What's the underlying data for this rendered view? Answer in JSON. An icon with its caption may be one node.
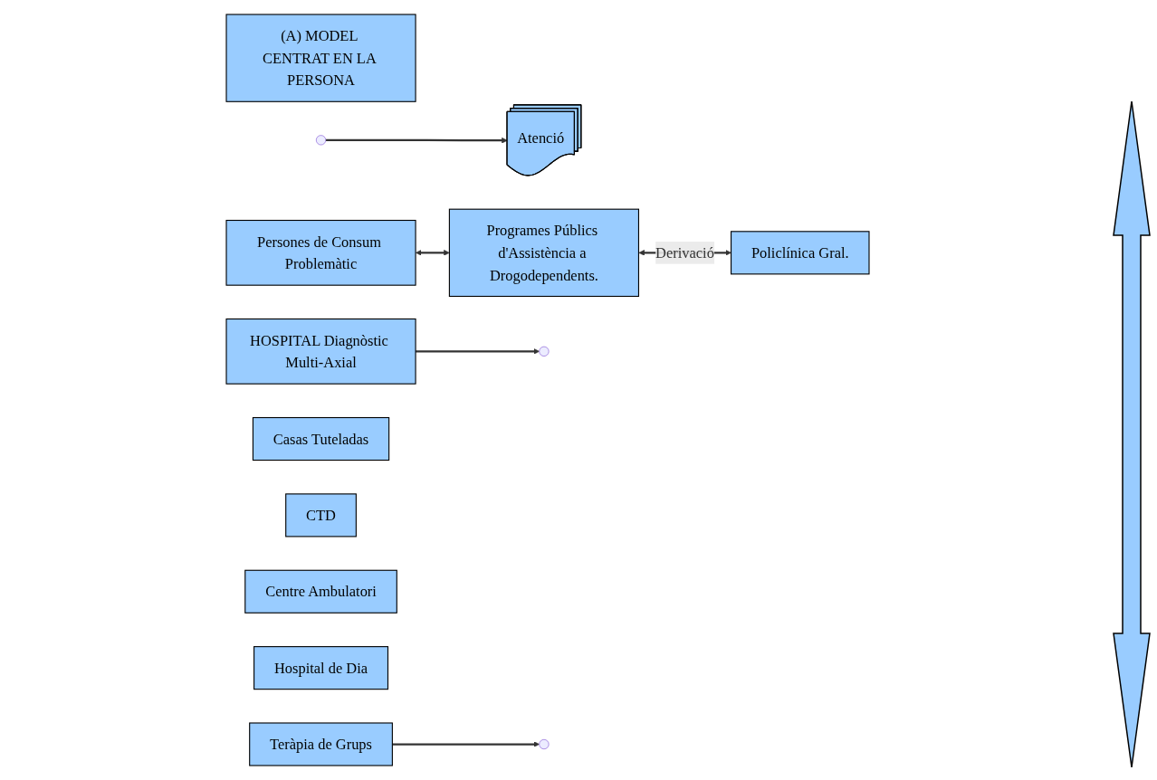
{
  "diagram": {
    "nodes": [
      {
        "text": [
          "(A) MODEL CENTRAT EN LA PERSONA"
        ]
      },
      {
        "text": [
          "Persones de Consum Problemàtic"
        ]
      },
      {
        "text": [
          "Atenció"
        ]
      },
      {
        "text": [
          "HOSPITAL Diagnòstic Multi-Axial"
        ]
      },
      {
        "text": [
          "Programes Públics d'Assistència a Drogodependents."
        ]
      },
      {
        "text": [
          "Teràpia de Grups"
        ]
      },
      {
        "text": [
          "Casas Tuteladas"
        ]
      },
      {
        "text": [
          "CTD"
        ]
      },
      {
        "text": [
          "Centre Ambulatori"
        ]
      },
      {
        "text": [
          "Hospital de Dia"
        ]
      },
      {
        "text": [
          "Policlínica Gral."
        ]
      }
    ],
    "edges": [
      {
        "from": 1,
        "to": 4,
        "arrow": "both"
      },
      {
        "from": null,
        "to": 2,
        "arrow": "to"
      },
      {
        "from": 3,
        "to": null,
        "arrow": "to"
      },
      {
        "from": 4,
        "to": 10,
        "arrow": "both",
        "label": "Derivació"
      },
      {
        "from": 5,
        "to": null,
        "arrow": "to"
      }
    ]
  }
}
